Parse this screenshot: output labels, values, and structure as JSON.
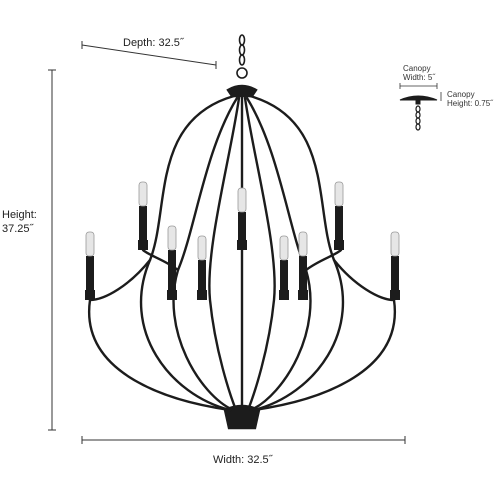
{
  "dimensions": {
    "depth_label": "Depth: 32.5˝",
    "height_label_line1": "Height:",
    "height_label_line2": "37.25˝",
    "width_label": "Width: 32.5˝"
  },
  "canopy": {
    "width_line1": "Canopy",
    "width_line2": "Width: 5˝",
    "height_line1": "Canopy",
    "height_line2": "Height: 0.75˝"
  },
  "colors": {
    "fixture": "#1c1c1c",
    "dimension_line": "#333333",
    "bulb_glass": "#d9d9d9"
  }
}
